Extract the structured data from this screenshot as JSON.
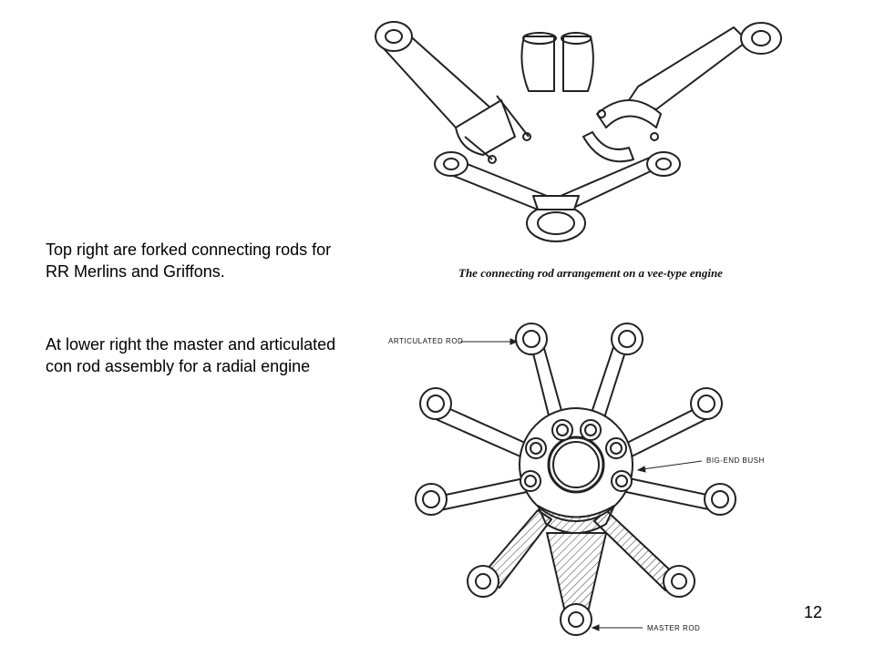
{
  "text": {
    "para1": [
      "Top right are forked connecting rods for",
      "RR Merlins and Griffons."
    ],
    "para2": [
      "At lower right the master and articulated",
      "con rod assembly for a radial engine"
    ]
  },
  "vee_figure": {
    "caption": "The connecting rod arrangement on a vee-type engine"
  },
  "radial_figure": {
    "labels": {
      "articulated_rod": "ARTICULATED ROD",
      "big_end_bush": "BIG-END BUSH",
      "master_rod": "MASTER ROD"
    }
  },
  "page_number": "12"
}
